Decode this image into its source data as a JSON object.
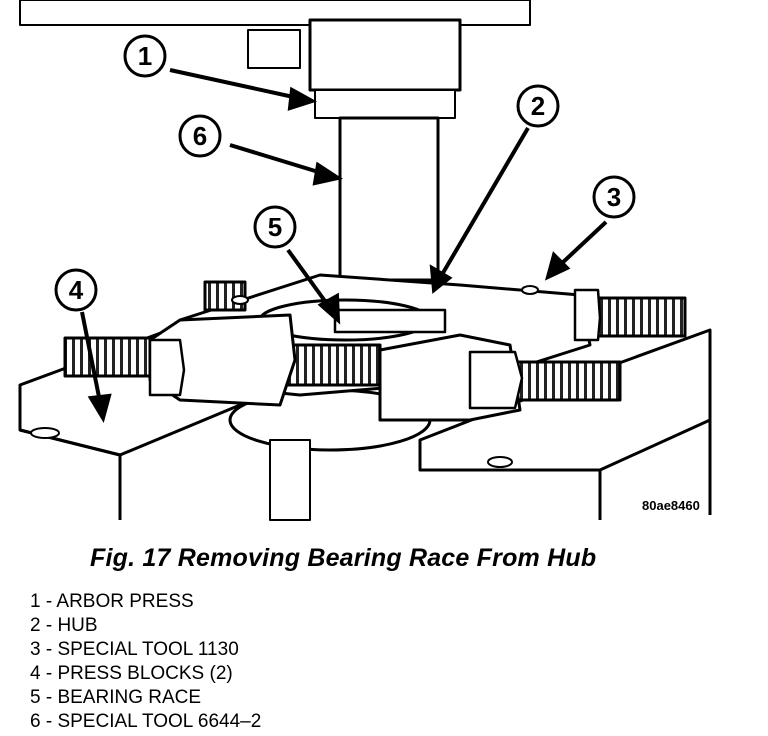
{
  "figure": {
    "code": "80ae8460",
    "callouts": [
      "1",
      "2",
      "3",
      "4",
      "5",
      "6"
    ]
  },
  "caption": "Fig. 17 Removing Bearing Race From Hub",
  "legend": [
    "1 - ARBOR PRESS",
    "2 - HUB",
    "3 - SPECIAL TOOL 1130",
    "4 - PRESS BLOCKS (2)",
    "5 - BEARING RACE",
    "6 - SPECIAL TOOL 6644–2"
  ]
}
